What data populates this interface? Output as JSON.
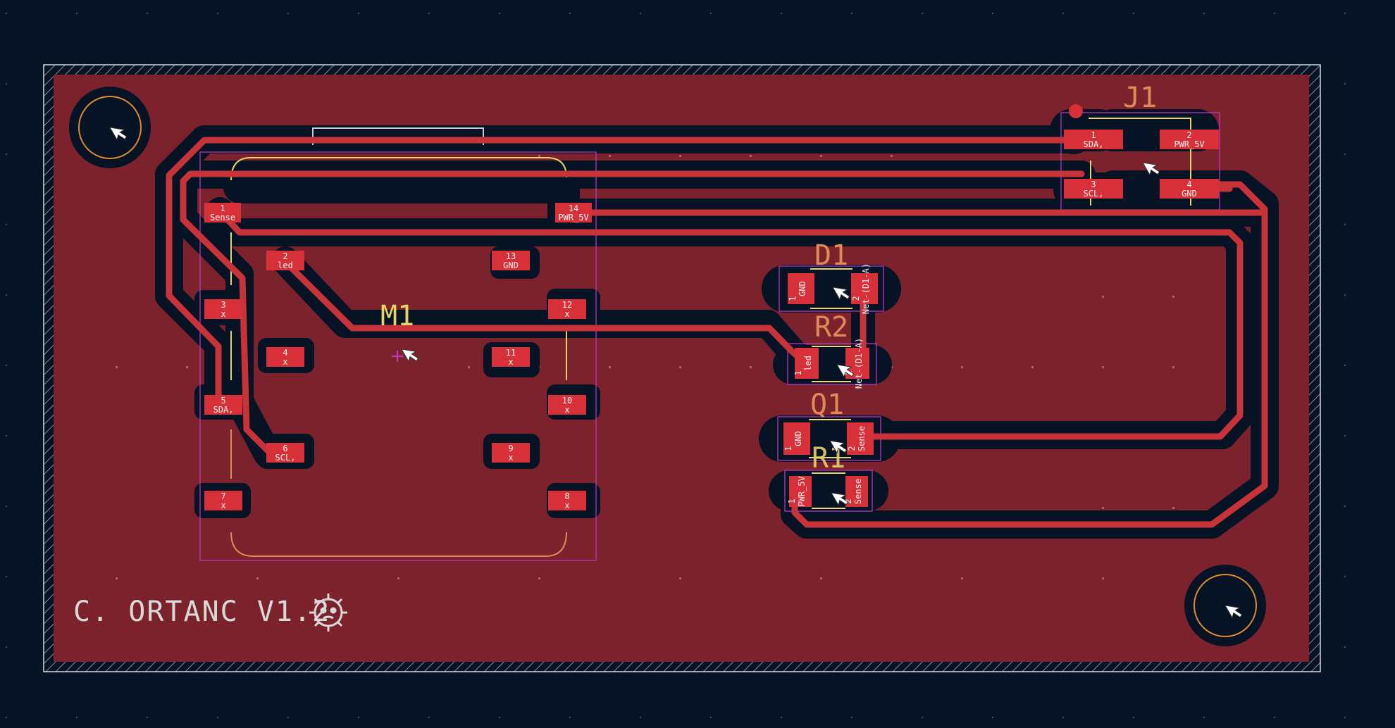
{
  "colors": {
    "background": "#061325",
    "board": "#7b222c",
    "copper_clear": "#061325",
    "track": "#c8333a",
    "pad": "#d83038",
    "silk_ref": "#e08a5a",
    "silk_ref_yellow": "#e8d26a",
    "courtyard": "#c23bc2",
    "outline": "#d8d8e8",
    "brand_text": "#d9d9d9",
    "hole_ring": "#e08a30",
    "cursor": "#ffffff",
    "pad_text": "#f2f2f2"
  },
  "brand": {
    "text": "C. ORTANC V1.2",
    "logo_icon": "gear-face-icon"
  },
  "components": {
    "m1": {
      "ref": "M1"
    },
    "j1": {
      "ref": "J1"
    },
    "d1": {
      "ref": "D1"
    },
    "r2": {
      "ref": "R2"
    },
    "q1": {
      "ref": "Q1"
    },
    "r1": {
      "ref": "R1"
    }
  },
  "m1_pads": [
    {
      "num": "1",
      "net": "Sense"
    },
    {
      "num": "2",
      "net": "led"
    },
    {
      "num": "3",
      "net": "x"
    },
    {
      "num": "4",
      "net": "x"
    },
    {
      "num": "5",
      "net": "SDA,"
    },
    {
      "num": "6",
      "net": "SCL,"
    },
    {
      "num": "7",
      "net": "x"
    },
    {
      "num": "8",
      "net": "x"
    },
    {
      "num": "9",
      "net": "x"
    },
    {
      "num": "10",
      "net": "x"
    },
    {
      "num": "11",
      "net": "x"
    },
    {
      "num": "12",
      "net": "x"
    },
    {
      "num": "13",
      "net": "GND"
    },
    {
      "num": "14",
      "net": "PWR_5V"
    }
  ],
  "j1_pads": [
    {
      "num": "1",
      "net": "SDA,"
    },
    {
      "num": "2",
      "net": "PWR_5V"
    },
    {
      "num": "3",
      "net": "SCL,"
    },
    {
      "num": "4",
      "net": "GND"
    }
  ],
  "d1_pads": [
    {
      "num": "1",
      "net": "GND"
    },
    {
      "num": "2",
      "net": "Net-(D1-A)"
    }
  ],
  "r2_pads": [
    {
      "num": "1",
      "net": "led"
    },
    {
      "num": "2",
      "net": "Net-(D1-A)"
    }
  ],
  "q1_pads": [
    {
      "num": "1",
      "net": "GND"
    },
    {
      "num": "2",
      "net": "Sense"
    }
  ],
  "r1_pads": [
    {
      "num": "1",
      "net": "PWR_5V"
    },
    {
      "num": "2",
      "net": "Sense"
    }
  ]
}
